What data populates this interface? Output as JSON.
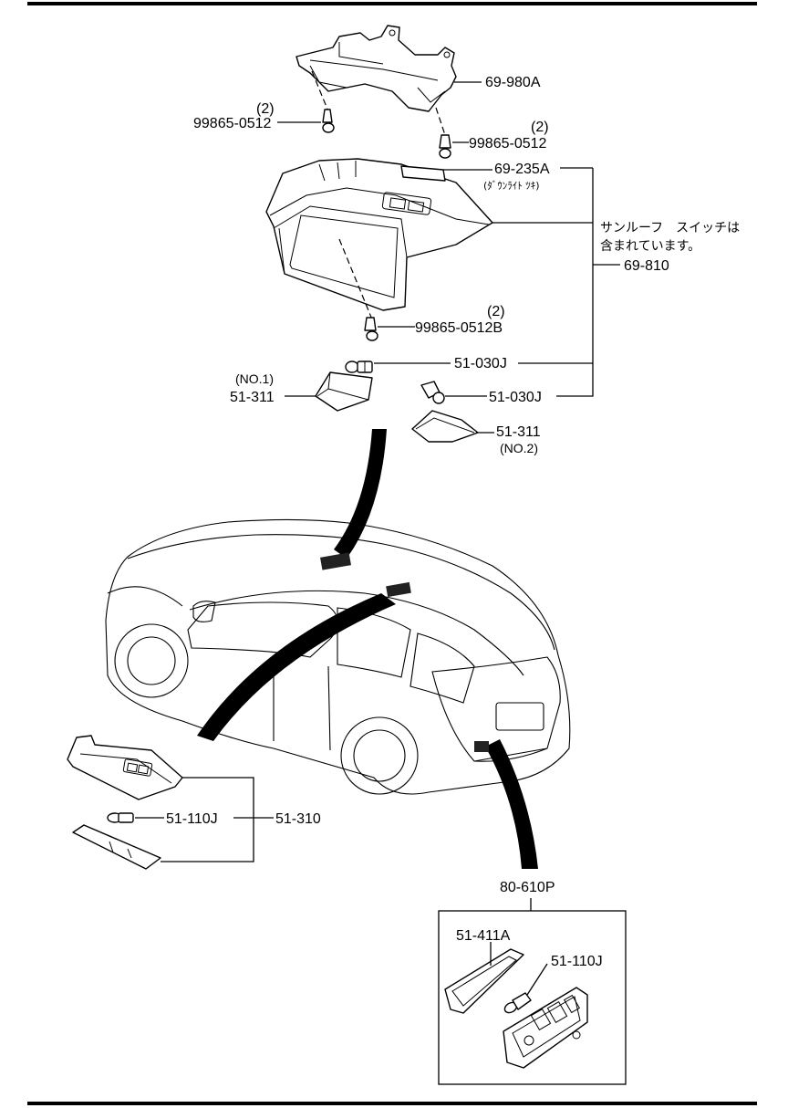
{
  "callouts": {
    "bracket": "69-980A",
    "screw_upper_left_qty": "(2)",
    "screw_upper_left": "99865-0512",
    "screw_upper_right_qty": "(2)",
    "screw_upper_right": "99865-0512",
    "downlight": "69-235A",
    "downlight_note": "(ﾀﾞｳﾝﾗｲﾄ ﾂｷ)",
    "sunroof_note_line1": "サンルーフ　スイッチは",
    "sunroof_note_line2": "含まれています。",
    "console_assy": "69-810",
    "screw_lower_qty": "(2)",
    "screw_lower": "99865-0512B",
    "bulb_upper": "51-030J",
    "lamp_no1_tag": "(NO.1)",
    "lamp_no1": "51-311",
    "bulb_lower": "51-030J",
    "lamp_no2": "51-311",
    "lamp_no2_tag": "(NO.2)",
    "bulb_room": "51-110J",
    "room_lamp_assy": "51-310",
    "luggage_lamp_assy": "80-610P",
    "lens": "51-411A",
    "bulb_luggage": "51-110J"
  }
}
